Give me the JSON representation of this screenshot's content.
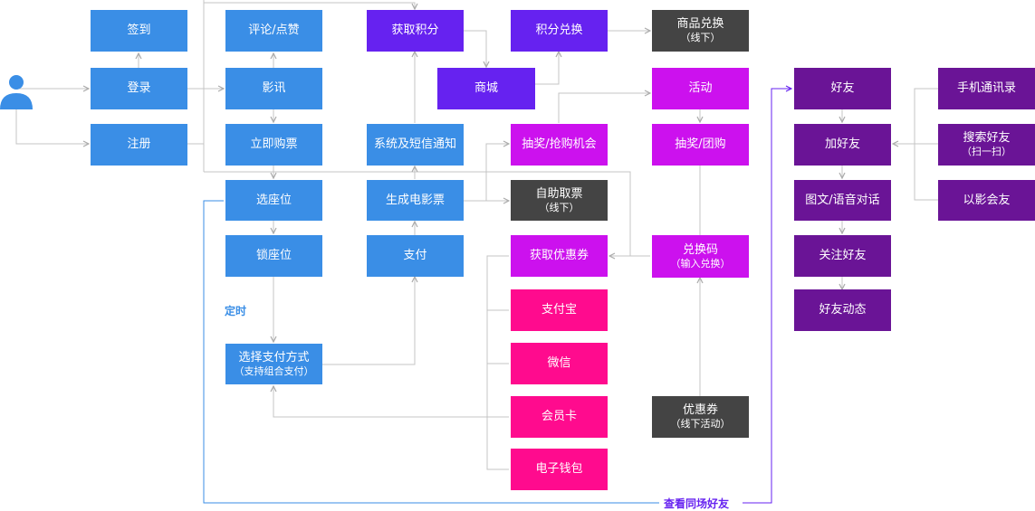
{
  "colors": {
    "blue": "#3a8ee6",
    "purple": "#6622f0",
    "magenta": "#cc11ee",
    "pink": "#ff0b8e",
    "deep_purple": "#6a1496",
    "dark_gray": "#444444",
    "line_gray": "#bbbbbb"
  },
  "user_icon": "user-icon",
  "nodes": {
    "checkin": {
      "label": "签到"
    },
    "login": {
      "label": "登录"
    },
    "register": {
      "label": "注册"
    },
    "comment": {
      "label": "评论/点赞"
    },
    "movie_info": {
      "label": "影讯"
    },
    "buy_now": {
      "label": "立即购票"
    },
    "choose_seat": {
      "label": "选座位"
    },
    "lock_seat": {
      "label": "锁座位"
    },
    "pay_method": {
      "label": "选择支付方式",
      "sub": "（支持组合支付）"
    },
    "get_points": {
      "label": "获取积分"
    },
    "system_notify": {
      "label": "系统及短信通知"
    },
    "gen_ticket": {
      "label": "生成电影票"
    },
    "pay": {
      "label": "支付"
    },
    "mall": {
      "label": "商城"
    },
    "points_exchange": {
      "label": "积分兑换"
    },
    "lottery_chance": {
      "label": "抽奖/抢购机会"
    },
    "self_ticket": {
      "label": "自助取票",
      "sub": "（线下）"
    },
    "get_coupon": {
      "label": "获取优惠券"
    },
    "alipay": {
      "label": "支付宝"
    },
    "wechat": {
      "label": "微信"
    },
    "member_card": {
      "label": "会员卡"
    },
    "e_wallet": {
      "label": "电子钱包"
    },
    "goods_exchange": {
      "label": "商品兑换",
      "sub": "（线下）"
    },
    "activity": {
      "label": "活动"
    },
    "lottery_group": {
      "label": "抽奖/团购"
    },
    "redeem_code": {
      "label": "兑换码",
      "sub": "（输入兑换）"
    },
    "coupon_offline": {
      "label": "优惠券",
      "sub": "（线下活动）"
    },
    "friends": {
      "label": "好友"
    },
    "add_friend": {
      "label": "加好友"
    },
    "chat": {
      "label": "图文/语音对话"
    },
    "follow_friend": {
      "label": "关注好友"
    },
    "friend_feed": {
      "label": "好友动态"
    },
    "phone_contacts": {
      "label": "手机通讯录"
    },
    "search_friend": {
      "label": "搜索好友",
      "sub": "（扫一扫）"
    },
    "movie_friends": {
      "label": "以影会友"
    }
  },
  "labels": {
    "timer": "定时",
    "same_show_friends": "查看同场好友"
  }
}
